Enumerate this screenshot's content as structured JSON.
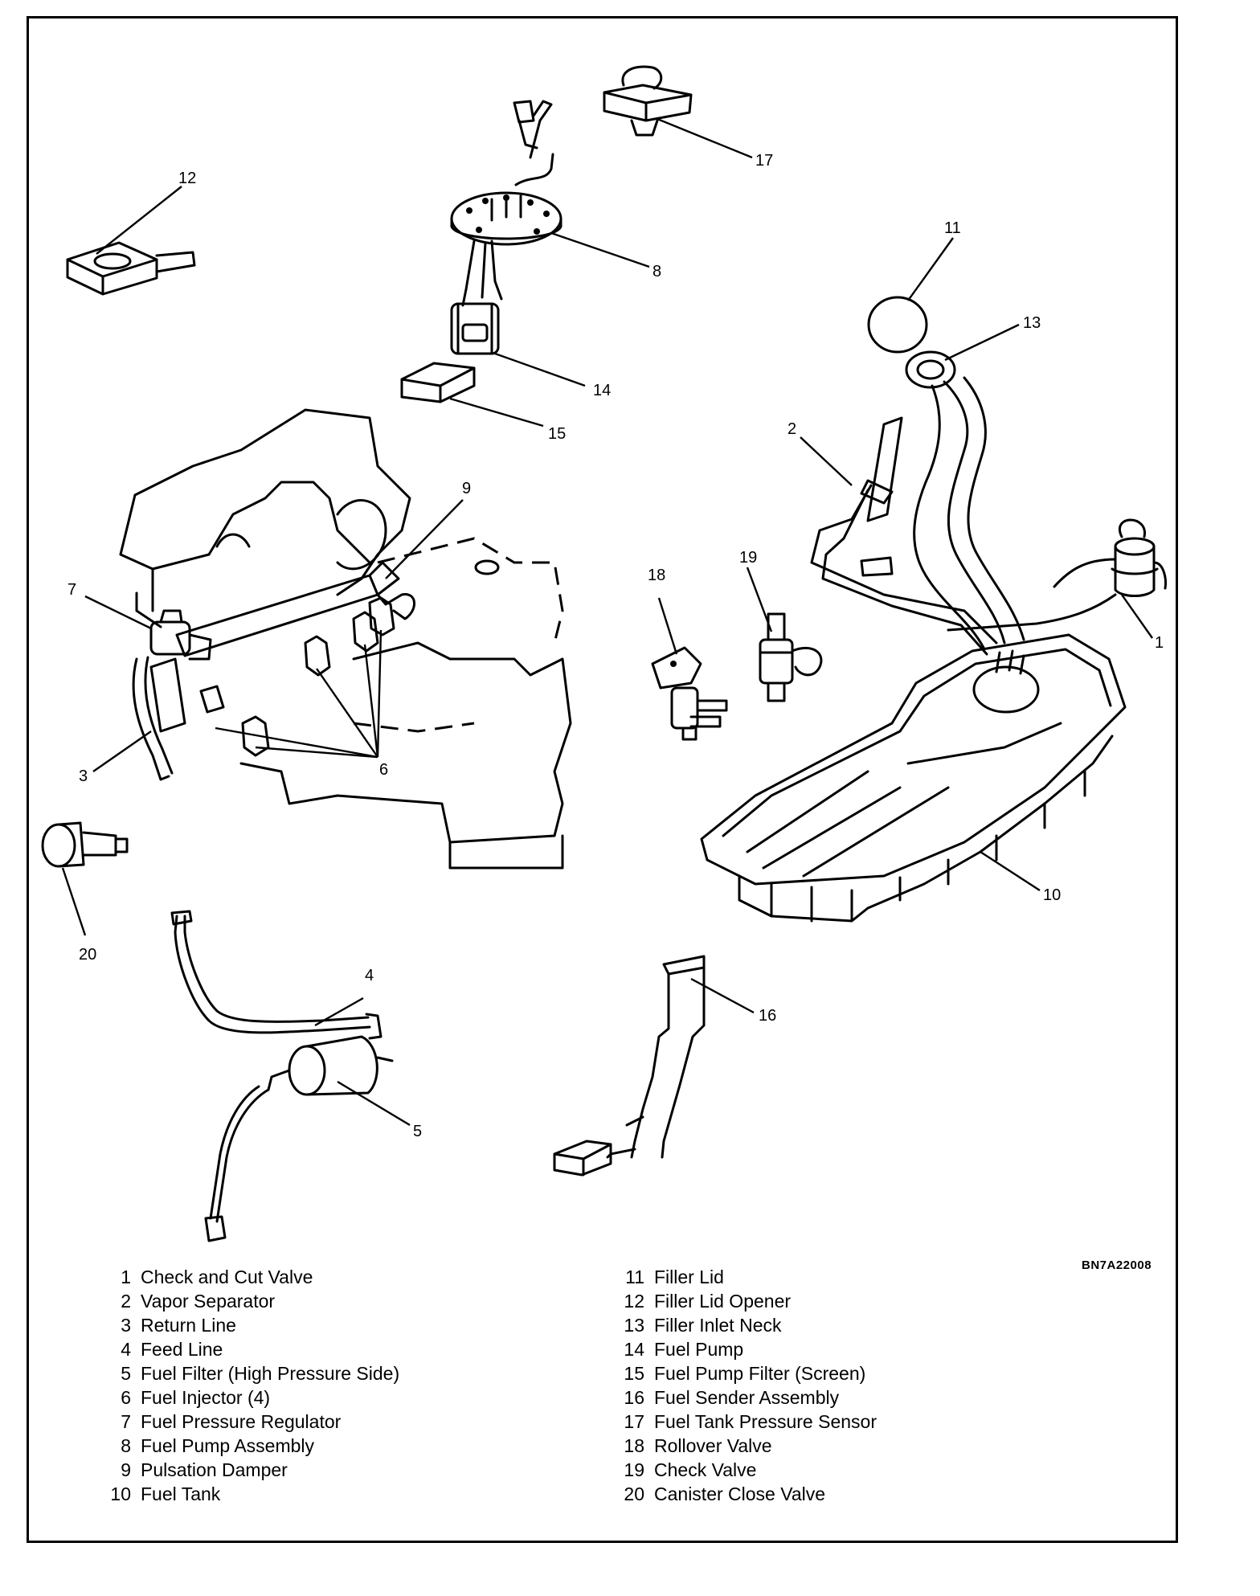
{
  "diagram_code": "BN7A22008",
  "legend": [
    {
      "num": "1",
      "label": "Check and Cut Valve"
    },
    {
      "num": "2",
      "label": "Vapor Separator"
    },
    {
      "num": "3",
      "label": "Return Line"
    },
    {
      "num": "4",
      "label": "Feed Line"
    },
    {
      "num": "5",
      "label": "Fuel Filter (High Pressure Side)"
    },
    {
      "num": "6",
      "label": "Fuel Injector (4)"
    },
    {
      "num": "7",
      "label": "Fuel Pressure Regulator"
    },
    {
      "num": "8",
      "label": "Fuel Pump Assembly"
    },
    {
      "num": "9",
      "label": "Pulsation Damper"
    },
    {
      "num": "10",
      "label": "Fuel Tank"
    },
    {
      "num": "11",
      "label": "Filler Lid"
    },
    {
      "num": "12",
      "label": "Filler Lid Opener"
    },
    {
      "num": "13",
      "label": "Filler Inlet Neck"
    },
    {
      "num": "14",
      "label": "Fuel Pump"
    },
    {
      "num": "15",
      "label": "Fuel Pump Filter (Screen)"
    },
    {
      "num": "16",
      "label": "Fuel Sender Assembly"
    },
    {
      "num": "17",
      "label": "Fuel Tank Pressure Sensor"
    },
    {
      "num": "18",
      "label": "Rollover Valve"
    },
    {
      "num": "19",
      "label": "Check Valve"
    },
    {
      "num": "20",
      "label": "Canister Close Valve"
    }
  ]
}
